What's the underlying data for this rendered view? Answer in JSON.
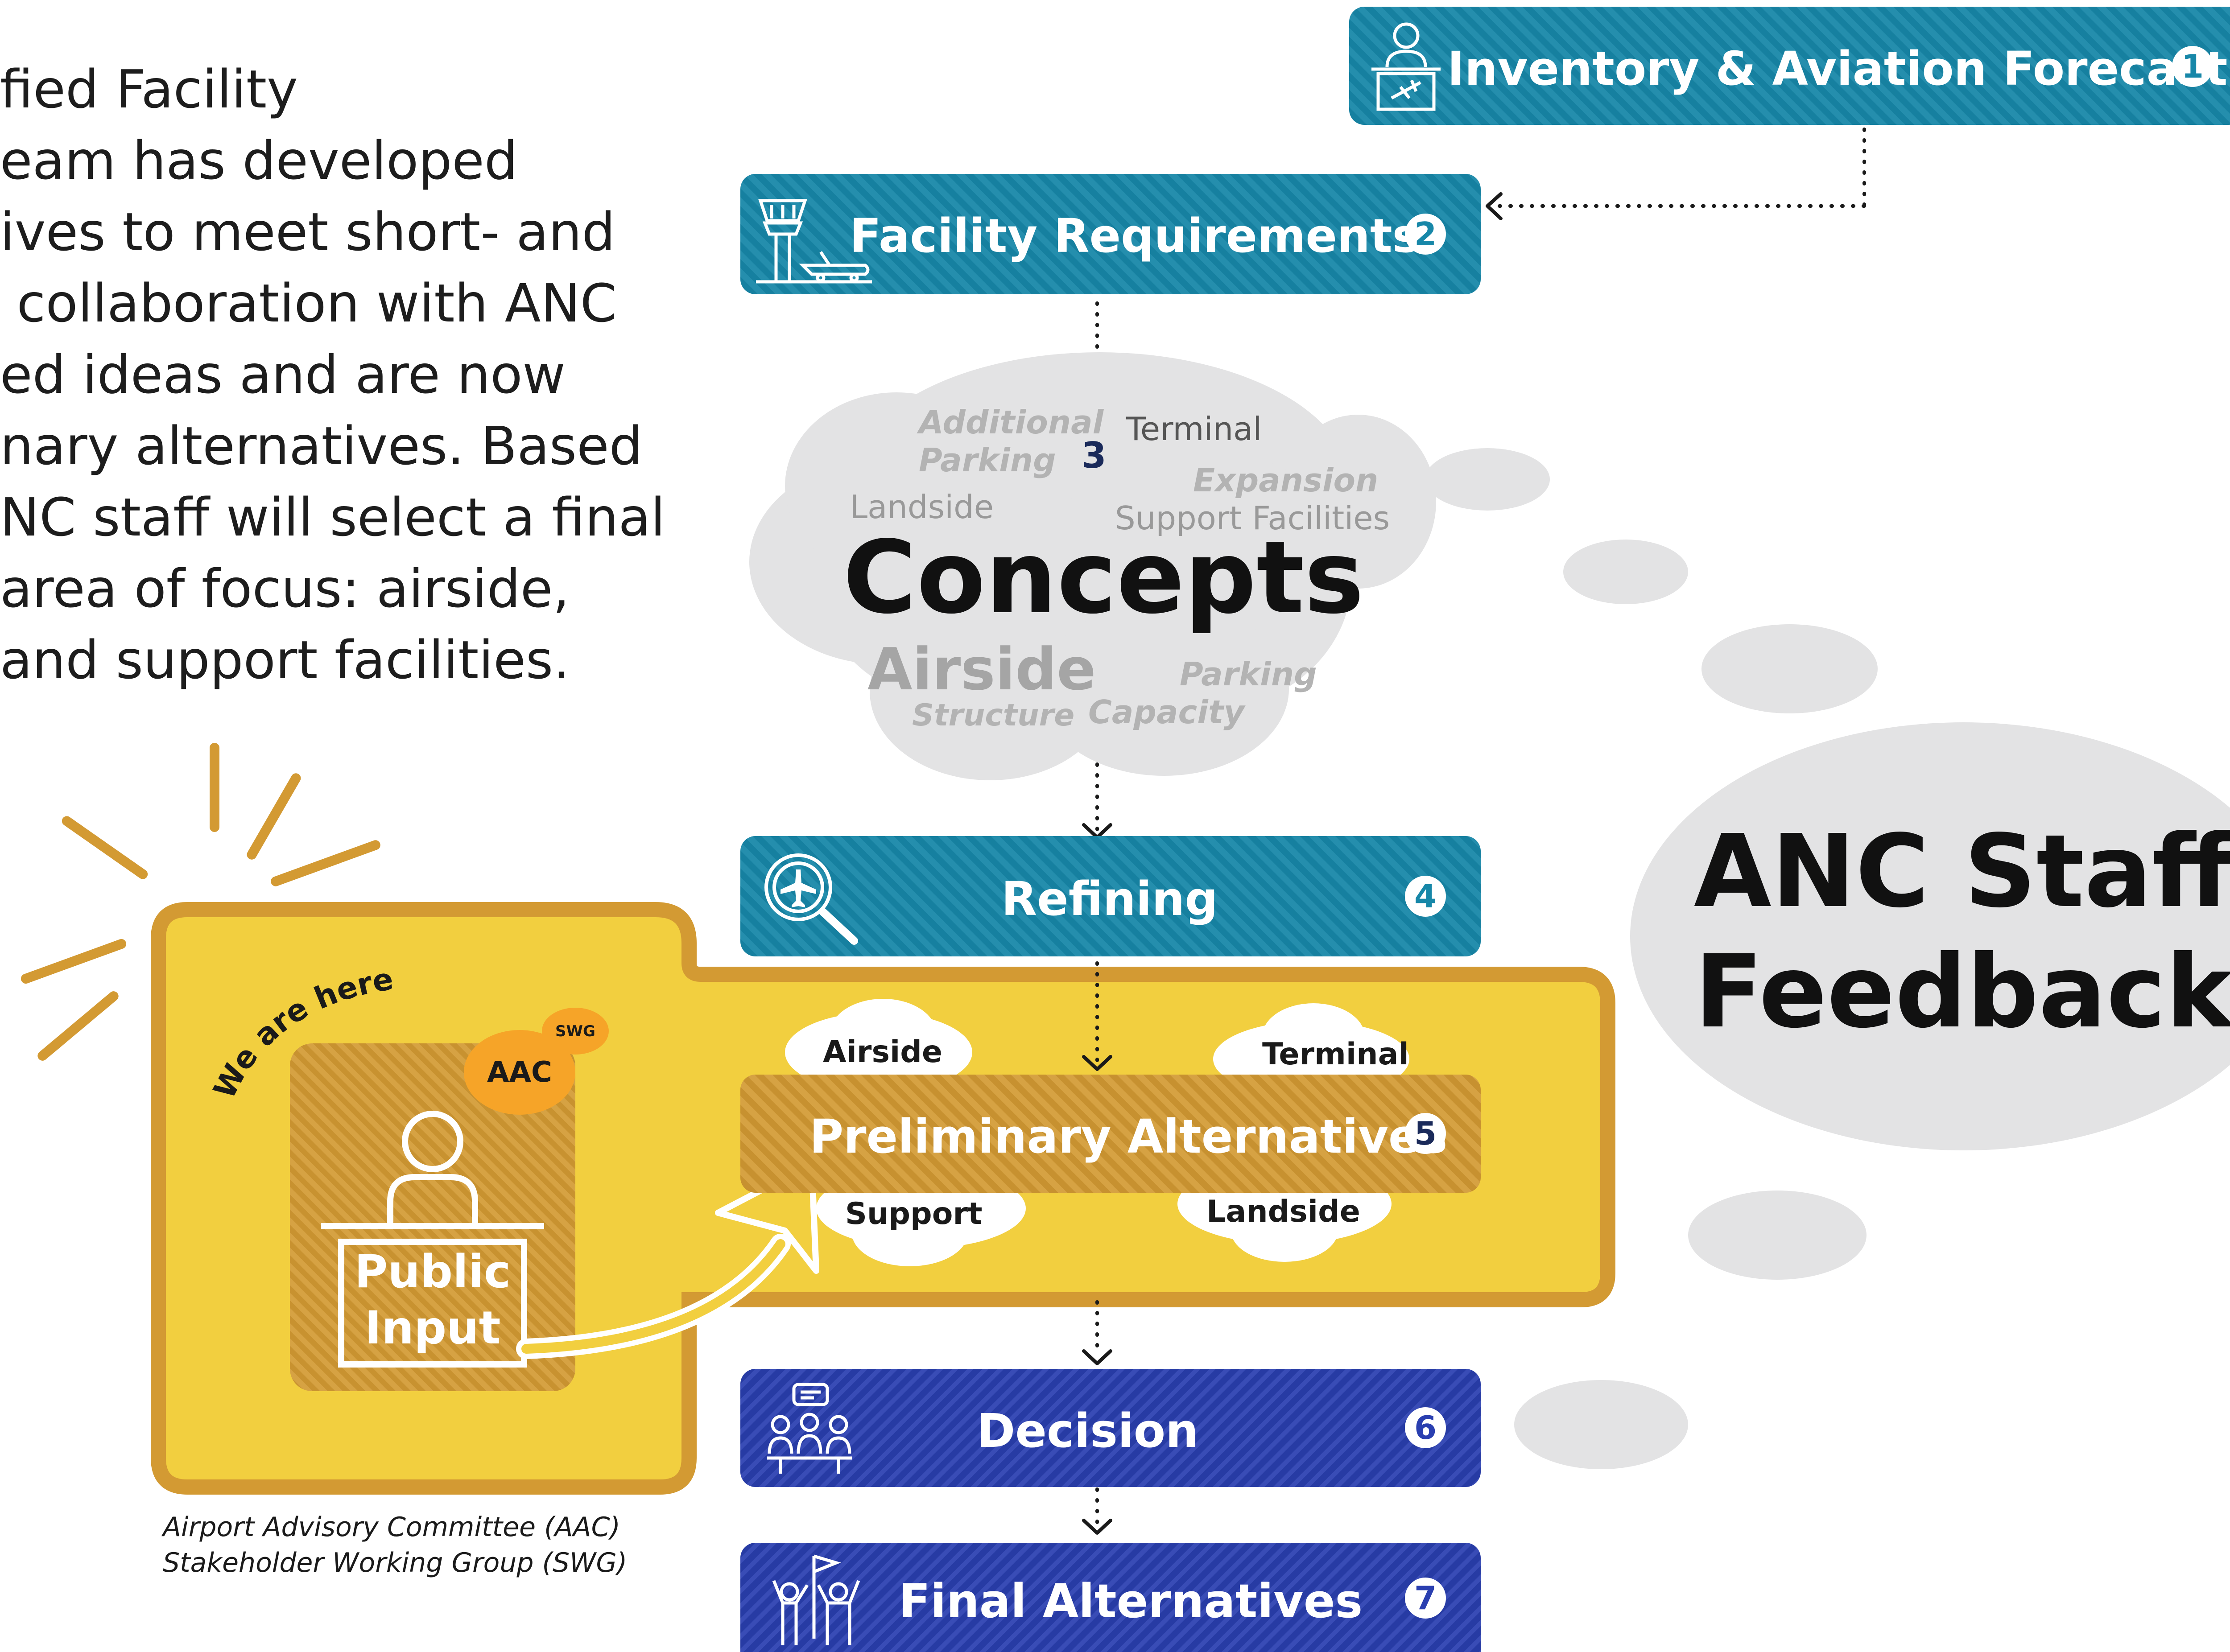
{
  "intro": {
    "lines": [
      "fied Facility",
      "eam has developed",
      "ives to meet short- and",
      " collaboration with ANC",
      "ed ideas and are now",
      "nary alternatives. Based",
      "NC staff will select a final",
      "area of focus: airside,",
      "and support facilities."
    ]
  },
  "steps": [
    {
      "label": "Inventory & Aviation Forecast",
      "number": "1",
      "icon": "desk-plane-icon"
    },
    {
      "label": "Facility Requirements",
      "number": "2",
      "icon": "control-tower-icon"
    },
    {
      "label": "Concepts",
      "number": "3"
    },
    {
      "label": "Refining",
      "number": "4",
      "icon": "magnifier-plane-icon"
    },
    {
      "label": "Preliminary Alternatives",
      "number": "5"
    },
    {
      "label": "Decision",
      "number": "6",
      "icon": "group-discussion-icon"
    },
    {
      "label": "Final Alternatives",
      "number": "7",
      "icon": "flag-people-icon"
    }
  ],
  "concepts_cloud": {
    "words": [
      "Additional",
      "Parking",
      "Terminal",
      "Expansion",
      "Landside",
      "Support Facilities",
      "Airside",
      "Parking",
      "Structure",
      "Capacity"
    ]
  },
  "alternatives": [
    "Airside",
    "Terminal",
    "Support",
    "Landside"
  ],
  "public_input": {
    "label_line1": "Public",
    "label_line2": "Input",
    "we_are_here": "We are here",
    "aac": "AAC",
    "swg": "SWG"
  },
  "feedback": {
    "line1": "ANC Staff",
    "line2": "Feedback"
  },
  "legend": {
    "aac": "Airport Advisory Committee (AAC)",
    "swg": "Stakeholder Working Group (SWG)"
  },
  "colors": {
    "teal": "#1787a8",
    "navy": "#2a3fb0",
    "gold": "#d39a33",
    "yellow": "#f2cf3f",
    "cloud": "#e3e3e4"
  }
}
